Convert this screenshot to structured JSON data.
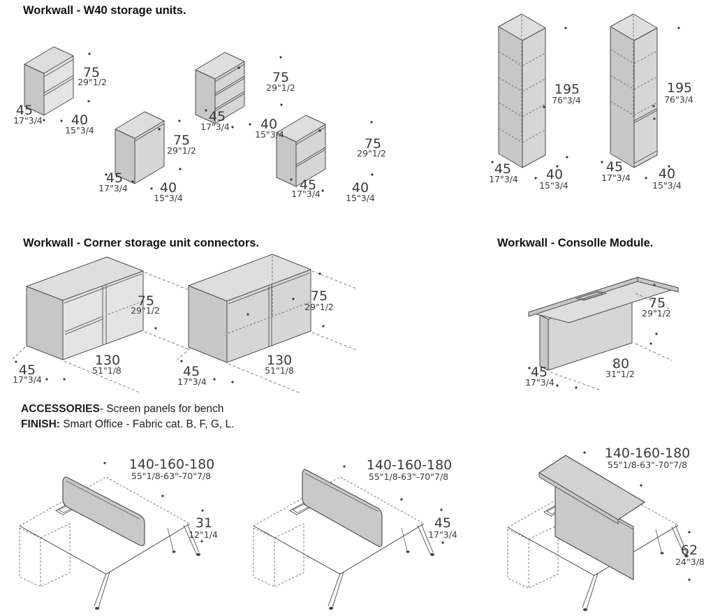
{
  "w40": {
    "title": "Workwall - W40 storage units.",
    "units": [
      {
        "height_cm": "75",
        "height_in": "29\"1/2",
        "depth_cm": "45",
        "depth_in": "17\"3/4",
        "width_cm": "40",
        "width_in": "15\"3/4"
      },
      {
        "height_cm": "75",
        "height_in": "29\"1/2",
        "depth_cm": "45",
        "depth_in": "17\"3/4",
        "width_cm": "40",
        "width_in": "15\"3/4"
      },
      {
        "height_cm": "75",
        "height_in": "29\"1/2",
        "depth_cm": "45",
        "depth_in": "17\"3/4",
        "width_cm": "40",
        "width_in": "15\"3/4"
      },
      {
        "height_cm": "75",
        "height_in": "29\"1/2",
        "depth_cm": "45",
        "depth_in": "17\"3/4",
        "width_cm": "40",
        "width_in": "15\"3/4"
      },
      {
        "height_cm": "195",
        "height_in": "76\"3/4",
        "depth_cm": "45",
        "depth_in": "17\"3/4",
        "width_cm": "40",
        "width_in": "15\"3/4"
      },
      {
        "height_cm": "195",
        "height_in": "76\"3/4",
        "depth_cm": "45",
        "depth_in": "17\"3/4",
        "width_cm": "40",
        "width_in": "15\"3/4"
      }
    ]
  },
  "corner": {
    "title": "Workwall - Corner storage unit connectors.",
    "units": [
      {
        "height_cm": "75",
        "height_in": "29\"1/2",
        "depth_cm": "45",
        "depth_in": "17\"3/4",
        "width_cm": "130",
        "width_in": "51\"1/8"
      },
      {
        "height_cm": "75",
        "height_in": "29\"1/2",
        "depth_cm": "45",
        "depth_in": "17\"3/4",
        "width_cm": "130",
        "width_in": "51\"1/8"
      }
    ]
  },
  "consolle": {
    "title": "Workwall - Consolle Module.",
    "unit": {
      "height_cm": "75",
      "height_in": "29\"1/2",
      "depth_cm": "45",
      "depth_in": "17\"3/4",
      "width_cm": "80",
      "width_in": "31\"1/2"
    }
  },
  "accessories": {
    "heading": "ACCESSORIES",
    "heading_rest": "- Screen panels for bench",
    "finish_label": "FINISH:",
    "finish_rest": " Smart Office - Fabric cat. B, F, G, L.",
    "benches": [
      {
        "width_cm": "140-160-180",
        "width_in": "55\"1/8-63\"-70\"7/8",
        "screen_cm": "31",
        "screen_in": "12\"1/4"
      },
      {
        "width_cm": "140-160-180",
        "width_in": "55\"1/8-63\"-70\"7/8",
        "screen_cm": "45",
        "screen_in": "17\"3/4"
      },
      {
        "width_cm": "140-160-180",
        "width_in": "55\"1/8-63\"-70\"7/8",
        "screen_cm": "62",
        "screen_in": "24\"3/8"
      }
    ]
  },
  "colors": {
    "furniture_fill": "#d6d6d6",
    "line": "#4a4a4a",
    "text": "#3a3a3a"
  }
}
